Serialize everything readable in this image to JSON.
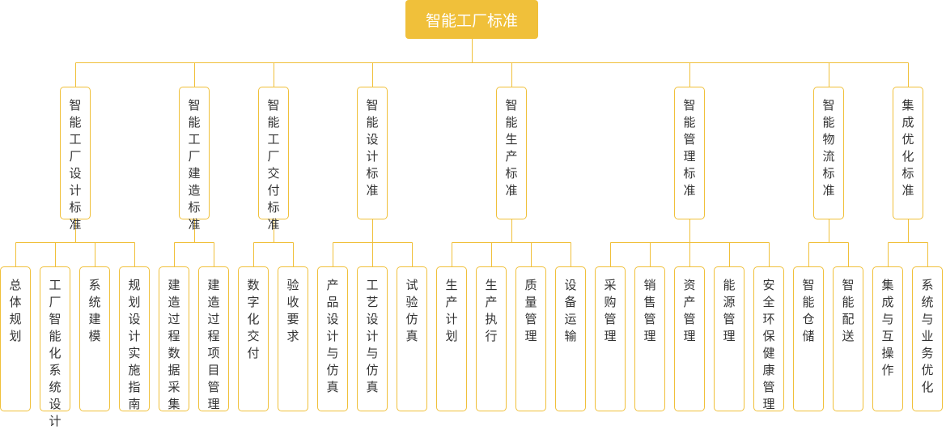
{
  "colors": {
    "accent": "#F0C03A",
    "text": "#333333",
    "line": "#F0C03A"
  },
  "root": "智能工厂标准",
  "categories": [
    {
      "label": "智能工厂设计标准",
      "children": [
        "总体规划",
        "工厂智能化系统设计",
        "系统建模",
        "规划设计实施指南"
      ]
    },
    {
      "label": "智能工厂建造标准",
      "children": [
        "建造过程数据采集",
        "建造过程项目管理"
      ]
    },
    {
      "label": "智能工厂交付标准",
      "children": [
        "数字化交付",
        "验收要求"
      ]
    },
    {
      "label": "智能设计标准",
      "children": [
        "产品设计与仿真",
        "工艺设计与仿真",
        "试验仿真"
      ]
    },
    {
      "label": "智能生产标准",
      "children": [
        "生产计划",
        "生产执行",
        "质量管理",
        "设备运输"
      ]
    },
    {
      "label": "智能管理标准",
      "children": [
        "采购管理",
        "销售管理",
        "资产管理",
        "能源管理",
        "安全环保健康管理"
      ]
    },
    {
      "label": "智能物流标准",
      "children": [
        "智能仓储",
        "智能配送"
      ]
    },
    {
      "label": "集成优化标准",
      "children": [
        "集成与互操作",
        "系统与业务优化"
      ]
    }
  ]
}
